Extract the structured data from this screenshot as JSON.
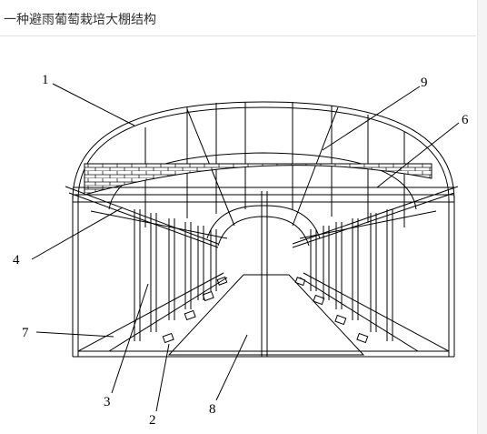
{
  "page": {
    "title": "一种避雨葡萄栽培大棚结构"
  },
  "figure": {
    "labels": [
      {
        "key": "1",
        "text": "1"
      },
      {
        "key": "9",
        "text": "9"
      },
      {
        "key": "6",
        "text": "6"
      },
      {
        "key": "4",
        "text": "4"
      },
      {
        "key": "7",
        "text": "7"
      },
      {
        "key": "3",
        "text": "3"
      },
      {
        "key": "2",
        "text": "2"
      },
      {
        "key": "8",
        "text": "8"
      }
    ]
  }
}
